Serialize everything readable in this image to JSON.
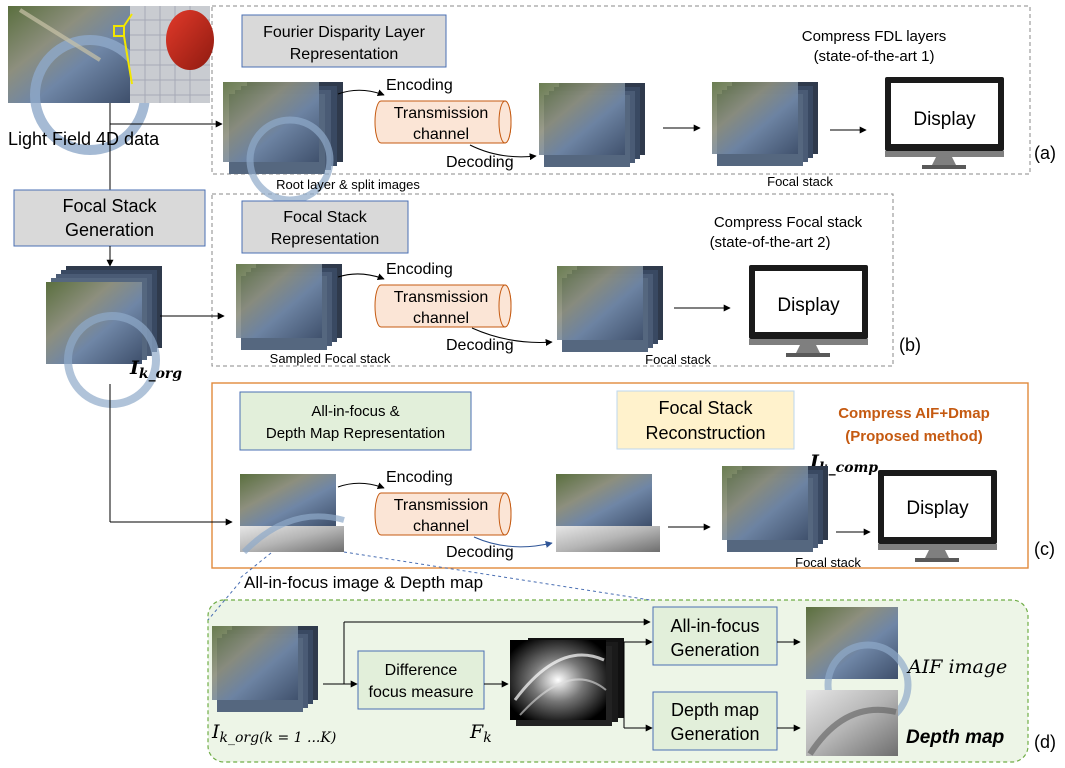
{
  "colors": {
    "dash_border": "#8a8a8a",
    "gray_box_fill": "#d9d9d9",
    "gray_box_stroke": "#4a6fb3",
    "green_box_fill": "#e2efda",
    "green_box_stroke": "#4a6fb3",
    "yellow_box_fill": "#fff2cc",
    "yellow_box_stroke": "#bdd7ee",
    "cylinder_fill": "#fbe5d6",
    "cylinder_stroke": "#c55a11",
    "orange_border": "#e08a3c",
    "proposed_text": "#c55a11",
    "panel_d_fill": "#edf5e7",
    "panel_d_stroke": "#70ad47"
  },
  "source": {
    "label": "Light Field 4D data"
  },
  "focal_stack_generation": {
    "line1": "Focal Stack",
    "line2": "Generation"
  },
  "i_k_org": {
    "symbol": "I",
    "subscript": "k_org"
  },
  "panel_a": {
    "tag": "(a)",
    "rep_line1": "Fourier Disparity Layer",
    "rep_line2": "Representation",
    "title_line1": "Compress FDL layers",
    "title_line2": "(state-of-the-art 1)",
    "input_caption": "Root layer & split images",
    "encoding": "Encoding",
    "channel_line1": "Transmission",
    "channel_line2": "channel",
    "decoding": "Decoding",
    "output_caption": "Focal stack",
    "display": "Display"
  },
  "panel_b": {
    "tag": "(b)",
    "rep_line1": "Focal Stack",
    "rep_line2": "Representation",
    "title_line1": "Compress Focal stack",
    "title_line2": "(state-of-the-art 2)",
    "input_caption": "Sampled Focal stack",
    "encoding": "Encoding",
    "channel_line1": "Transmission",
    "channel_line2": "channel",
    "decoding": "Decoding",
    "output_caption": "Focal stack",
    "display": "Display"
  },
  "panel_c": {
    "tag": "(c)",
    "rep_line1": "All-in-focus &",
    "rep_line2": "Depth Map Representation",
    "recon_line1": "Focal Stack",
    "recon_line2": "Reconstruction",
    "title_line1": "Compress AIF+Dmap",
    "title_line2": "(Proposed method)",
    "i_k_comp_symbol": "I",
    "i_k_comp_subscript": "k_comp",
    "encoding": "Encoding",
    "channel_line1": "Transmission",
    "channel_line2": "channel",
    "decoding": "Decoding",
    "output_caption": "Focal stack",
    "display": "Display",
    "aif_caption": "All-in-focus image & Depth map"
  },
  "panel_d": {
    "tag": "(d)",
    "input_symbol": "I",
    "input_subscript": "k_org(k = 1 ...K)",
    "dfm_line1": "Difference",
    "dfm_line2": "focus measure",
    "fk_symbol": "F",
    "fk_subscript": "k",
    "aif_gen_line1": "All-in-focus",
    "aif_gen_line2": "Generation",
    "depth_gen_line1": "Depth map",
    "depth_gen_line2": "Generation",
    "aif_image_label": "AIF image",
    "depth_map_label": "Depth map"
  }
}
